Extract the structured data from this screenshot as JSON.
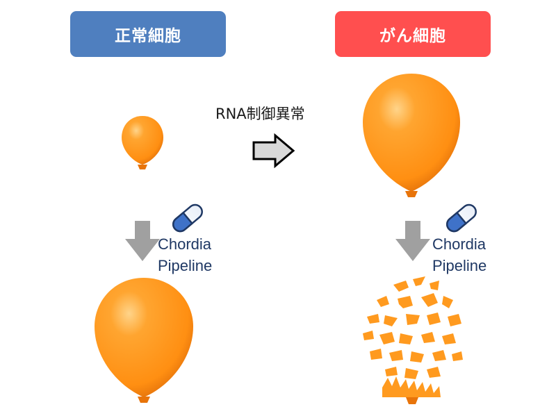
{
  "headers": {
    "normal": {
      "label": "正常細胞",
      "color": "#4f7fbf"
    },
    "cancer": {
      "label": "がん細胞",
      "color": "#ff4f4f"
    }
  },
  "transition": {
    "label": "RNA制御異常"
  },
  "treatment": {
    "left": {
      "line1": "Chordia",
      "line2": "Pipeline"
    },
    "right": {
      "line1": "Chordia",
      "line2": "Pipeline"
    }
  },
  "colors": {
    "balloon": "#ff9a1f",
    "balloon_dark": "#e8740a",
    "arrow_gray": "#a0a0a0",
    "pill_blue": "#3f72c8",
    "pill_outline": "#1f3864",
    "text_dark": "#1f3864"
  },
  "icons": [
    "balloon-icon",
    "capsule-icon",
    "down-arrow-icon",
    "right-arrow-icon",
    "burst-balloon-icon"
  ]
}
